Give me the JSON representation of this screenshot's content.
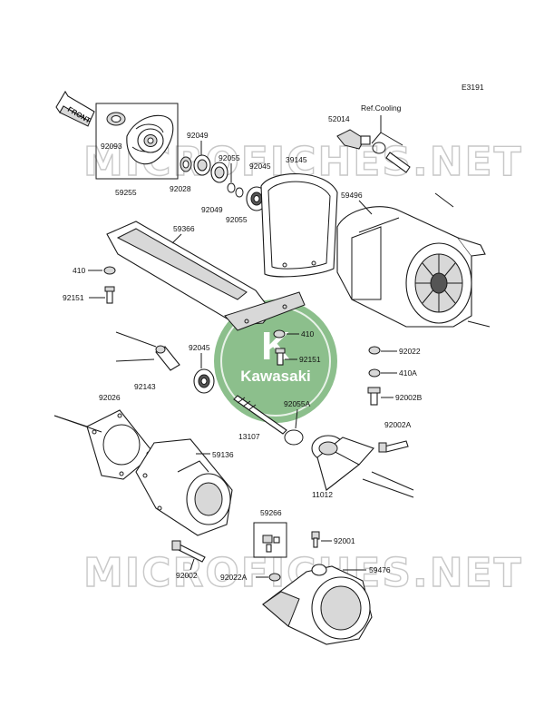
{
  "diagram_code": "E3191",
  "front_arrow_label": "FRONT",
  "ref_label": "Ref.Cooling",
  "watermarks": [
    "MICROFICHES.NET",
    "MICROFICHES.NET"
  ],
  "logo": {
    "mark": "K",
    "brand": "Kawasaki",
    "color": "#2e8b2e"
  },
  "colors": {
    "watermark": "#c8c8c8",
    "logo_green": "#2e8b2e"
  },
  "part_labels": {
    "p92093": "92093",
    "p59255": "59255",
    "p92049a": "92049",
    "p92028": "92028",
    "p92049b": "92049",
    "p92055a": "92055",
    "p92055b": "92055",
    "p92045a": "92045",
    "p39145": "39145",
    "p52014": "52014",
    "p59496": "59496",
    "p59366": "59366",
    "p410a": "410",
    "p92151a": "92151",
    "p410b": "410",
    "p92151b": "92151",
    "p92045b": "92045",
    "p92143": "92143",
    "p92022": "92022",
    "p410A": "410A",
    "p92002B": "92002B",
    "p92026": "92026",
    "p92055A": "92055A",
    "p13107": "13107",
    "p92002A": "92002A",
    "p59136": "59136",
    "p11012": "11012",
    "p59266": "59266",
    "p92001": "92001",
    "p92002": "92002",
    "p92022A": "92022A",
    "p59476": "59476"
  }
}
